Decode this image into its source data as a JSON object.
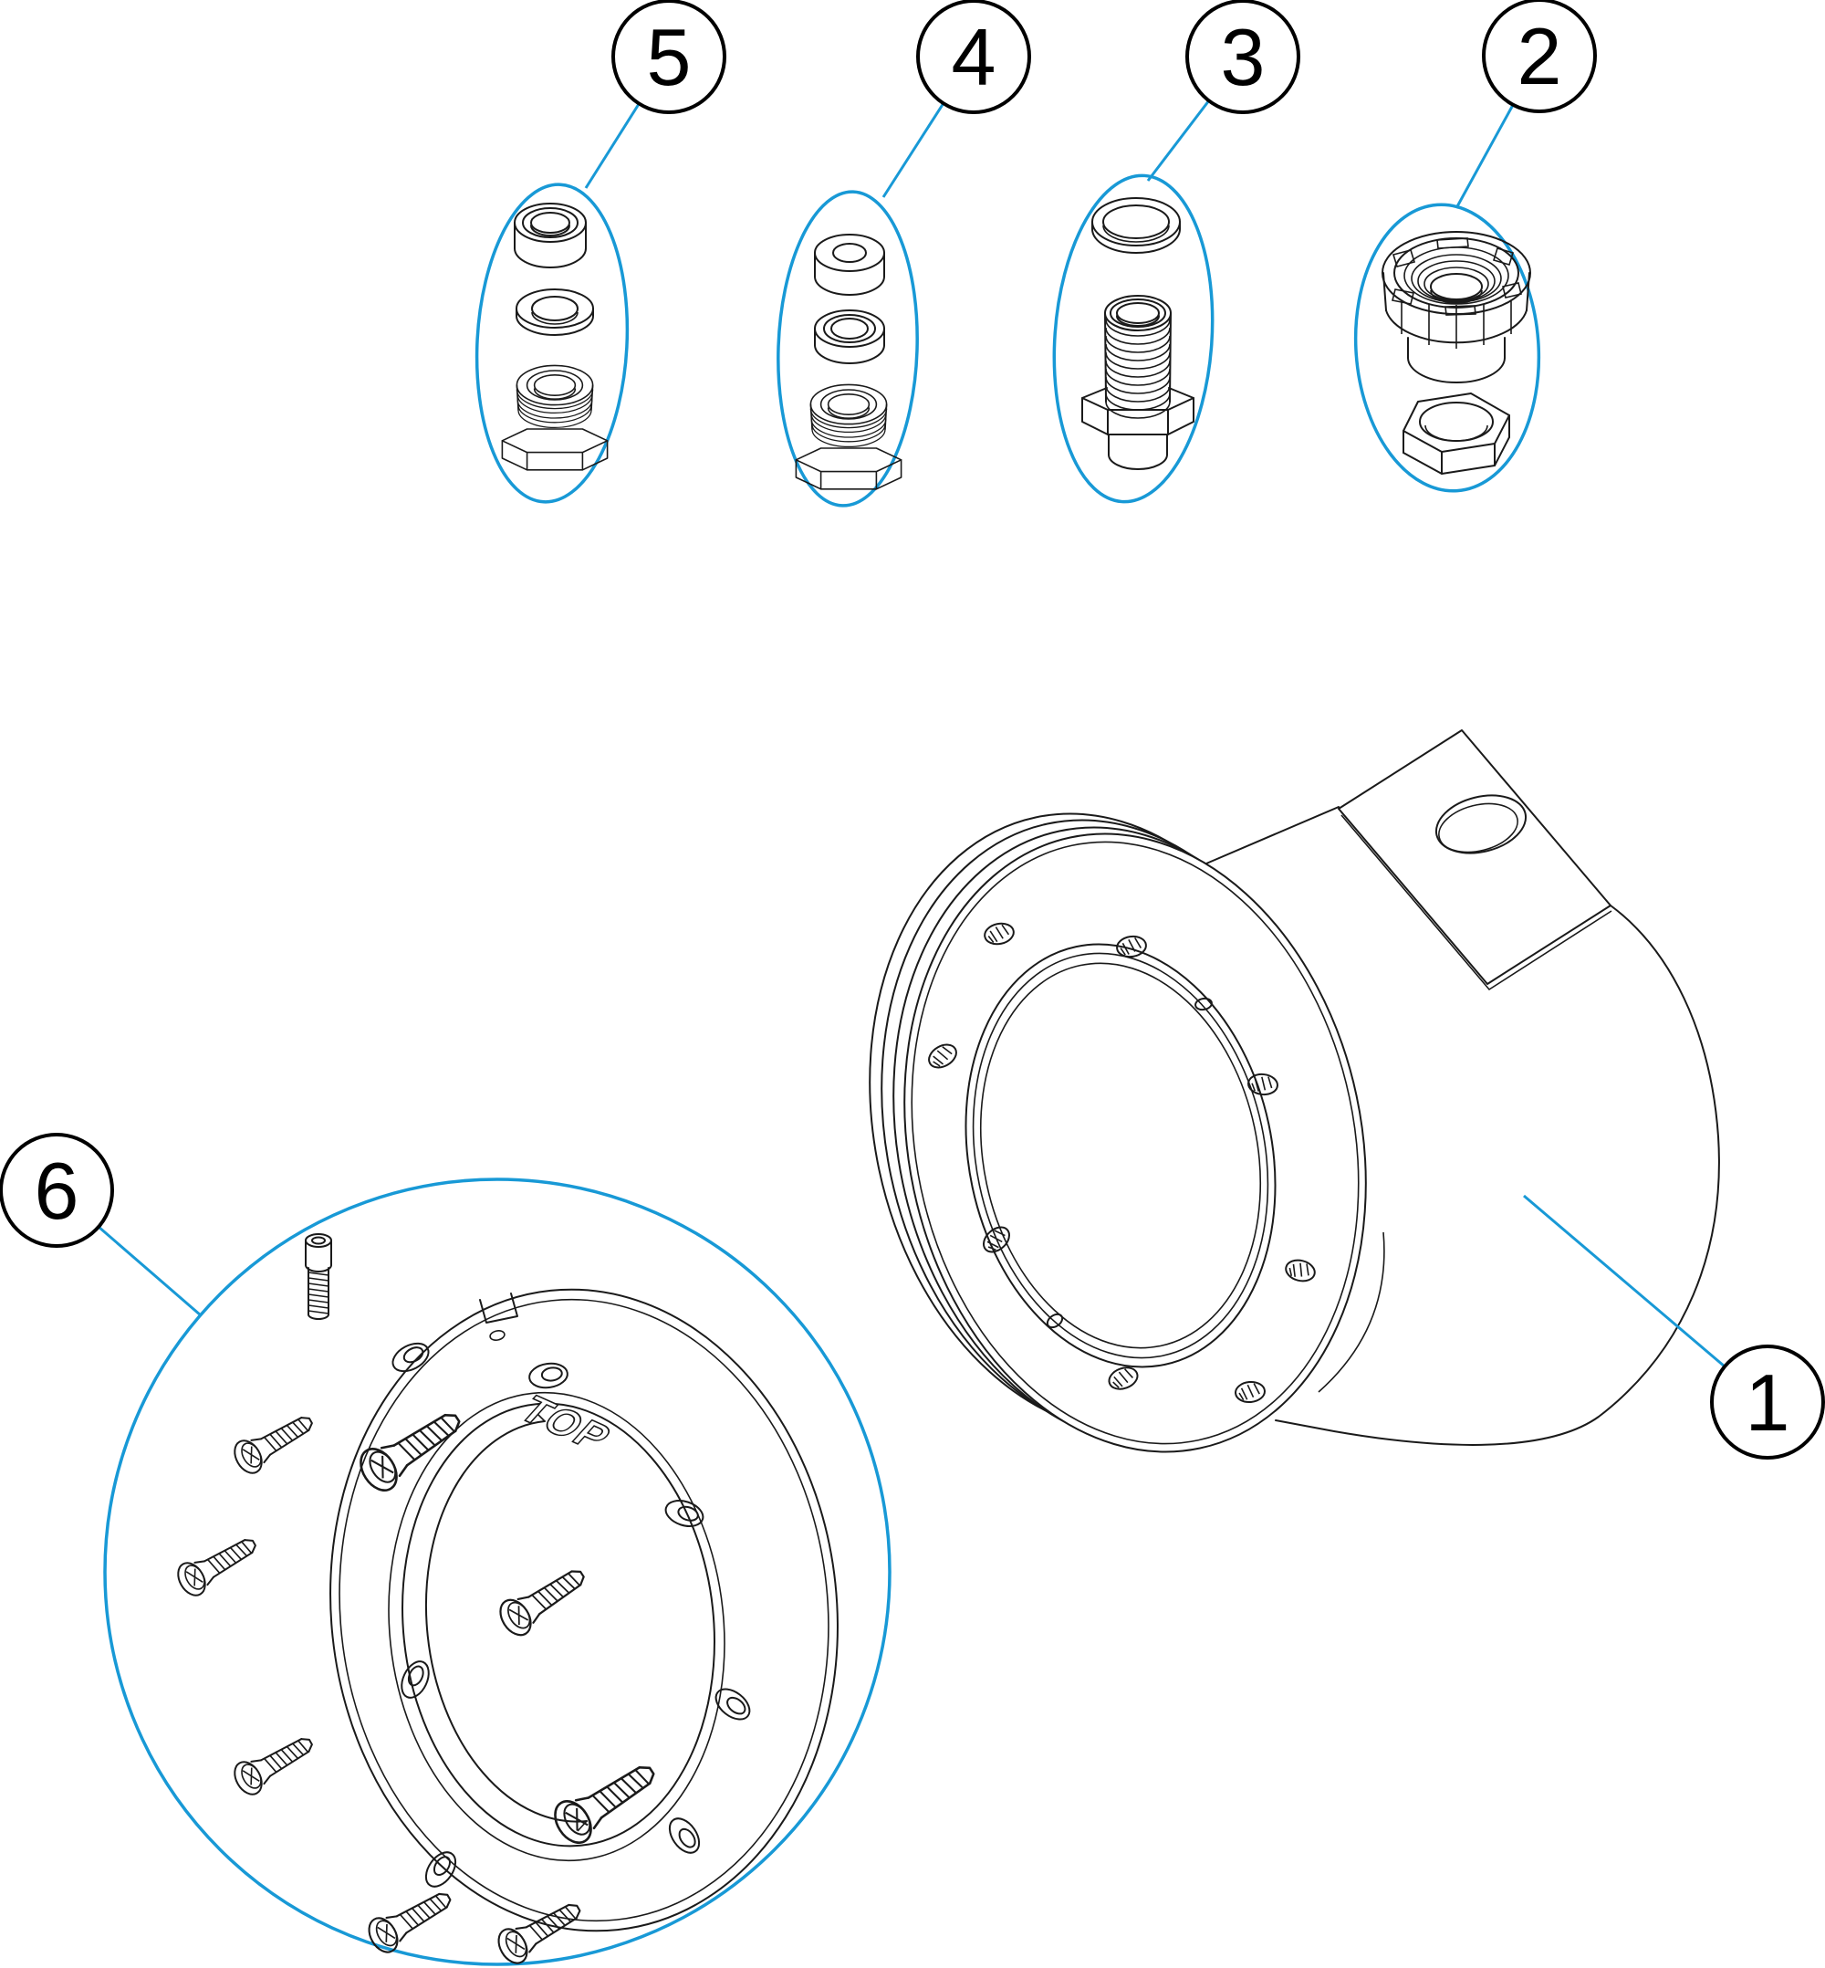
{
  "diagram": {
    "background": "#ffffff",
    "line_color": "#1a1a1a",
    "accent_color": "#1899d6",
    "callouts": {
      "c1": "1",
      "c2": "2",
      "c3": "3",
      "c4": "4",
      "c5": "5",
      "c6": "6"
    },
    "ring_marking": "TOP"
  }
}
